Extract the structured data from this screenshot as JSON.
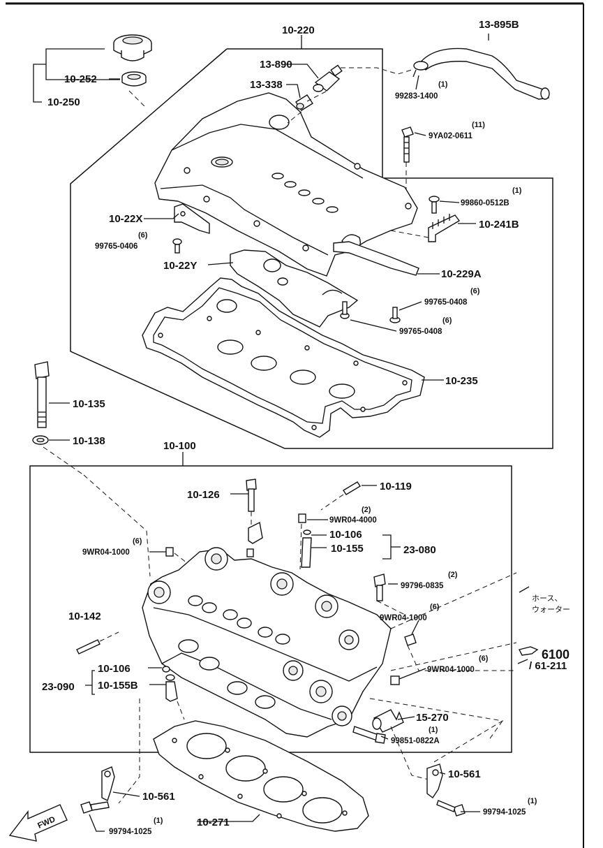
{
  "part_labels": {
    "p10_220": "10-220",
    "p13_895b": "13-895B",
    "p13_890": "13-890",
    "p13_338": "13-338",
    "p10_252": "10-252",
    "p10_250": "10-250",
    "p99283": "99283-1400",
    "p9ya02": "9YA02-0611",
    "p99860": "99860-0512B",
    "p10_241b": "10-241B",
    "p10_22x": "10-22X",
    "p99765_a": "99765-0406",
    "p10_22y": "10-22Y",
    "p10_229a": "10-229A",
    "p99765_b": "99765-0408",
    "p99765_c": "99765-0408",
    "p10_235": "10-235",
    "p10_135": "10-135",
    "p10_138": "10-138",
    "p10_100": "10-100",
    "p10_126": "10-126",
    "p10_119": "10-119",
    "p9wr04_4000": "9WR04-4000",
    "p10_106a": "10-106",
    "p10_155": "10-155",
    "p23_080": "23-080",
    "p9wr04_1000a": "9WR04-1000",
    "p99796": "99796-0835",
    "p9wr04_1000b": "9WR04-1000",
    "p10_142": "10-142",
    "p10_106b": "10-106",
    "p23_090": "23-090",
    "p10_155b": "10-155B",
    "p9wr04_1000c": "9WR04-1000",
    "p15_270": "15-270",
    "p99851": "99851-0822A",
    "p10_561a": "10-561",
    "p10_561b": "10-561",
    "p99794_a": "99794-1025",
    "p99794_b": "99794-1025",
    "p10_271": "10-271"
  },
  "quantities": {
    "q99283": "(1)",
    "q9ya02": "(11)",
    "q99860": "(1)",
    "q99765_a": "(6)",
    "q99765_b": "(6)",
    "q99765_c": "(6)",
    "q9wr04_4000": "(2)",
    "q9wr04_1000a": "(6)",
    "q99796": "(2)",
    "q9wr04_1000b": "(6)",
    "q9wr04_1000c": "(6)",
    "q99851": "(1)",
    "q99794_a": "(1)",
    "q99794_b": "(1)"
  },
  "references": {
    "hose_line1": "ホース、",
    "hose_line2": "ウォーター",
    "ref_main": "6100",
    "ref_sub": "/ 61-211",
    "fwd": "FWD"
  }
}
